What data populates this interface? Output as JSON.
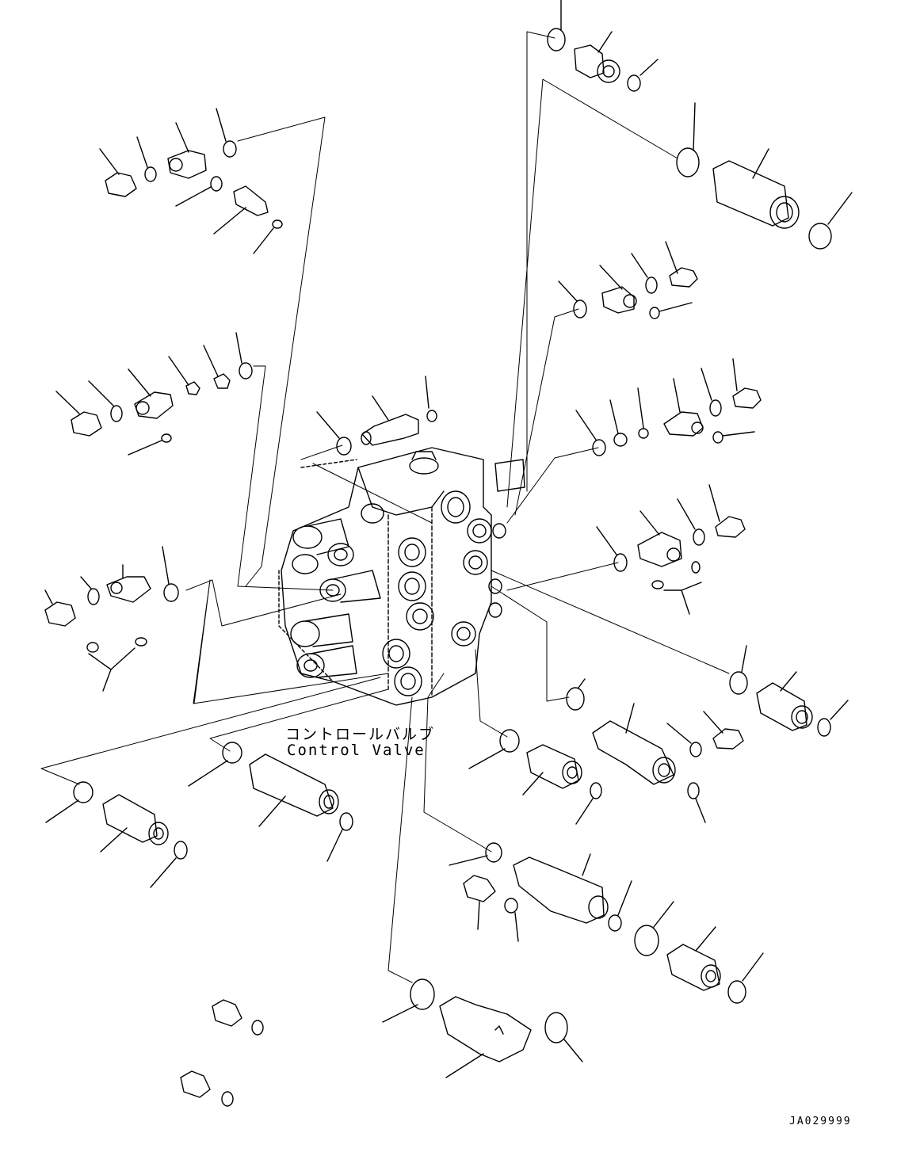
{
  "diagram": {
    "label_jp": "コントロールバルブ",
    "label_en": "Control Valve",
    "figure_id": "JA029999",
    "line_color": "#000000",
    "background": "#ffffff"
  }
}
